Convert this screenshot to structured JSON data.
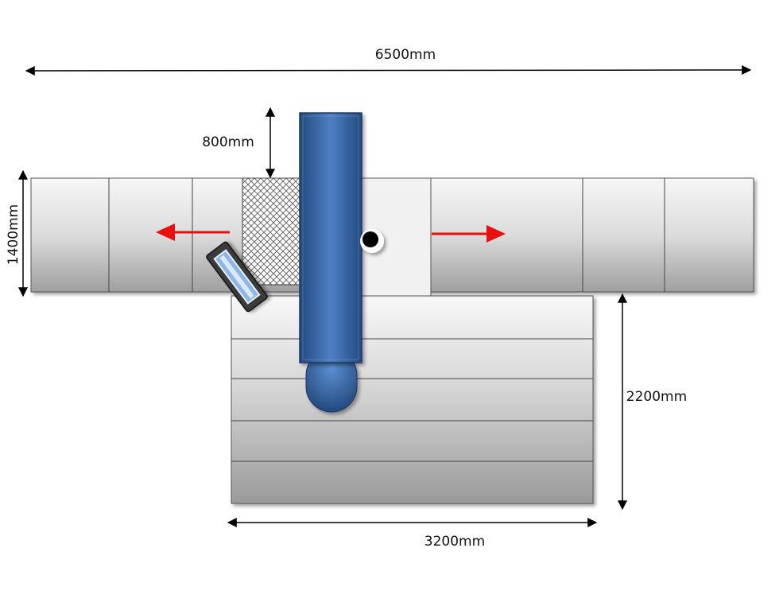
{
  "dimensions": {
    "total_width": "6500mm",
    "overhang": "800mm",
    "belt_width": "1400mm",
    "table_depth": "2200mm",
    "table_width": "3200mm"
  },
  "colors": {
    "arm_blue": "#2f5d9f",
    "arrow_red": "#e8100f",
    "segment_light": "#f4f4f4",
    "segment_dark": "#a3a3a3",
    "dimension_line": "#000000"
  },
  "icons": {
    "left_arrow": "red-left-arrow-icon",
    "right_arrow": "red-right-arrow-icon",
    "pivot": "pivot-dot-icon",
    "handheld_unit": "scanner-icon"
  }
}
